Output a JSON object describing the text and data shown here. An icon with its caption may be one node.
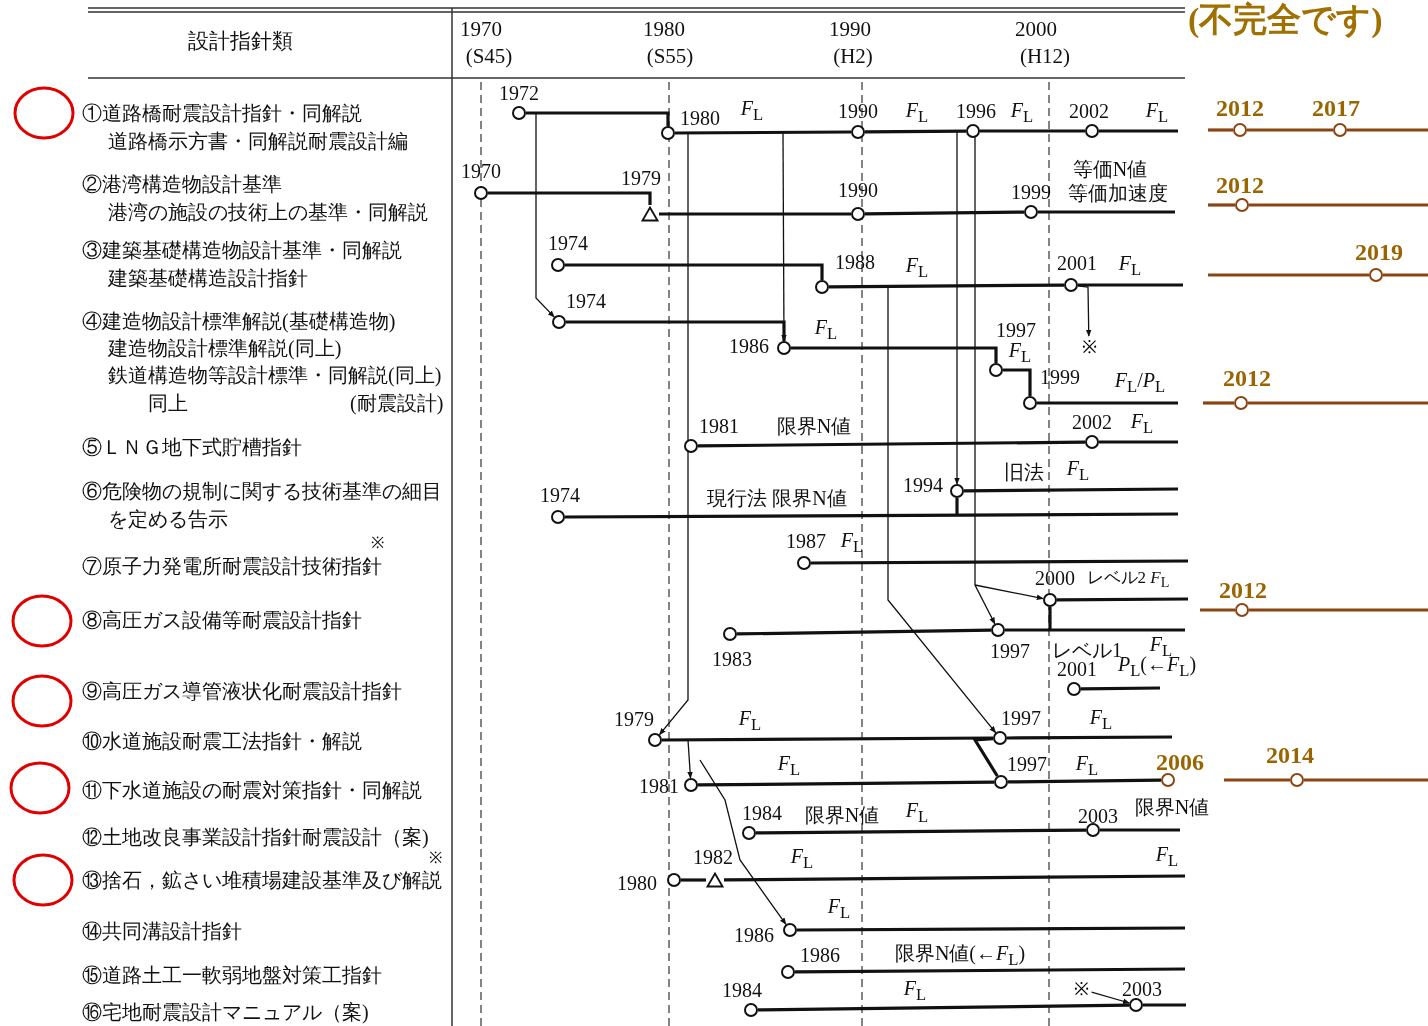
{
  "diagram": {
    "nodes": [
      {
        "text": [],
        "shape": "circle",
        "beside": [
          "1972"
        ]
      },
      {
        "text": [],
        "shape": "circle",
        "beside": [
          "1980"
        ]
      },
      {
        "text": [],
        "shape": "circle",
        "beside": [
          "1990"
        ]
      },
      {
        "text": [],
        "shape": "circle",
        "beside": [
          "1996"
        ]
      },
      {
        "text": [],
        "shape": "circle",
        "beside": [
          "2002"
        ]
      },
      {
        "text": [],
        "shape": "circle",
        "beside": [
          "1970"
        ]
      },
      {
        "text": [],
        "shape": "triangle",
        "beside": [
          "1979"
        ]
      },
      {
        "text": [],
        "shape": "circle",
        "beside": [
          "1990"
        ]
      },
      {
        "text": [],
        "shape": "circle",
        "beside": [
          "1999"
        ]
      },
      {
        "text": [],
        "shape": "circle",
        "beside": [
          "1974"
        ]
      },
      {
        "text": [],
        "shape": "circle",
        "beside": [
          "1988"
        ]
      },
      {
        "text": [],
        "shape": "circle",
        "beside": [
          "2001"
        ]
      },
      {
        "text": [],
        "shape": "circle",
        "beside": [
          "1974"
        ]
      },
      {
        "text": [],
        "shape": "circle",
        "beside": [
          "1986"
        ]
      },
      {
        "text": [],
        "shape": "circle",
        "beside": [
          "1997"
        ]
      },
      {
        "text": [],
        "shape": "circle",
        "beside": [
          "1999"
        ]
      },
      {
        "text": [],
        "shape": "circle",
        "beside": [
          "1981"
        ]
      },
      {
        "text": [],
        "shape": "circle",
        "beside": [
          "2002"
        ]
      },
      {
        "text": [],
        "shape": "circle",
        "beside": [
          "1994"
        ]
      },
      {
        "text": [],
        "shape": "circle",
        "beside": [
          "1974"
        ]
      },
      {
        "text": [],
        "shape": "circle",
        "beside": [
          "1987"
        ]
      },
      {
        "text": [],
        "shape": "circle",
        "beside": [
          "2000"
        ]
      },
      {
        "text": [],
        "shape": "circle",
        "beside": [
          "1983"
        ]
      },
      {
        "text": [],
        "shape": "circle",
        "beside": [
          "1997"
        ]
      },
      {
        "text": [],
        "shape": "circle",
        "beside": [
          "2001"
        ]
      },
      {
        "text": [],
        "shape": "circle",
        "beside": [
          "1979"
        ]
      },
      {
        "text": [],
        "shape": "circle",
        "beside": [
          "1997"
        ]
      },
      {
        "text": [],
        "shape": "circle",
        "beside": [
          "1981"
        ]
      },
      {
        "text": [],
        "shape": "circle",
        "beside": [
          "1997"
        ]
      },
      {
        "text": [],
        "shape": "circle",
        "beside": [
          "1984"
        ]
      },
      {
        "text": [],
        "shape": "circle",
        "beside": [
          "2003"
        ]
      },
      {
        "text": [],
        "shape": "circle",
        "beside": [
          "1980"
        ]
      },
      {
        "text": [],
        "shape": "triangle",
        "beside": [
          "1982"
        ]
      },
      {
        "text": [],
        "shape": "circle",
        "beside": [
          "1986"
        ]
      },
      {
        "text": [],
        "shape": "circle",
        "beside": [
          "1986"
        ]
      },
      {
        "text": [],
        "shape": "circle",
        "beside": [
          "1984"
        ]
      },
      {
        "text": [],
        "shape": "circle",
        "beside": [
          "2003"
        ]
      },
      {
        "text": [
          "※"
        ]
      },
      {
        "text": [
          "※"
        ]
      },
      {
        "text": [],
        "shape": "circle",
        "beside": [
          "2012"
        ]
      },
      {
        "text": [],
        "shape": "circle",
        "beside": [
          "2017"
        ]
      },
      {
        "text": [],
        "shape": "circle",
        "beside": [
          "2012"
        ]
      },
      {
        "text": [],
        "shape": "circle",
        "beside": [
          "2019"
        ]
      },
      {
        "text": [],
        "shape": "circle",
        "beside": [
          "2012"
        ]
      },
      {
        "text": [],
        "shape": "circle",
        "beside": [
          "2012"
        ]
      },
      {
        "text": [],
        "shape": "circle",
        "beside": [
          "2006"
        ]
      },
      {
        "text": [],
        "shape": "circle",
        "beside": [
          "2014"
        ]
      }
    ],
    "edges": [
      {
        "from": 0,
        "to": 1,
        "arrow": "none"
      },
      {
        "from": 1,
        "to": 2,
        "arrow": "none"
      },
      {
        "from": 2,
        "to": 3,
        "arrow": "none"
      },
      {
        "from": 3,
        "to": 4,
        "arrow": "none"
      },
      {
        "from": 4,
        "to": null,
        "arrow": "none"
      },
      {
        "from": 5,
        "to": 6,
        "arrow": "none"
      },
      {
        "from": 6,
        "to": 7,
        "arrow": "none"
      },
      {
        "from": 7,
        "to": 8,
        "arrow": "none"
      },
      {
        "from": 8,
        "to": null,
        "arrow": "none"
      },
      {
        "from": 9,
        "to": 10,
        "arrow": "none"
      },
      {
        "from": 10,
        "to": 11,
        "arrow": "none"
      },
      {
        "from": 11,
        "to": null,
        "arrow": "none"
      },
      {
        "from": 12,
        "to": 13,
        "arrow": "none"
      },
      {
        "from": 13,
        "to": 14,
        "arrow": "none"
      },
      {
        "from": 14,
        "to": 15,
        "arrow": "none"
      },
      {
        "from": 15,
        "to": null,
        "arrow": "none"
      },
      {
        "from": 16,
        "to": 17,
        "arrow": "none"
      },
      {
        "from": 17,
        "to": null,
        "arrow": "none"
      },
      {
        "from": 18,
        "to": null,
        "arrow": "none"
      },
      {
        "from": 18,
        "to": null,
        "arrow": "none"
      },
      {
        "from": 19,
        "to": null,
        "arrow": "none"
      },
      {
        "from": 20,
        "to": null,
        "arrow": "none"
      },
      {
        "from": 21,
        "to": null,
        "arrow": "none"
      },
      {
        "from": 21,
        "to": null,
        "arrow": "none"
      },
      {
        "from": 22,
        "to": 23,
        "arrow": "none"
      },
      {
        "from": 23,
        "to": null,
        "arrow": "none"
      },
      {
        "from": 24,
        "to": null,
        "arrow": "none"
      },
      {
        "from": 25,
        "to": 26,
        "arrow": "none"
      },
      {
        "from": 26,
        "to": null,
        "arrow": "none"
      },
      {
        "from": 27,
        "to": 28,
        "arrow": "none"
      },
      {
        "from": 28,
        "to": 45,
        "arrow": "none"
      },
      {
        "from": 29,
        "to": 30,
        "arrow": "none"
      },
      {
        "from": 30,
        "to": null,
        "arrow": "none"
      },
      {
        "from": 31,
        "to": 32,
        "arrow": "none"
      },
      {
        "from": 32,
        "to": null,
        "arrow": "none"
      },
      {
        "from": 33,
        "to": null,
        "arrow": "none"
      },
      {
        "from": 34,
        "to": null,
        "arrow": "none"
      },
      {
        "from": 35,
        "to": 36,
        "arrow": "none"
      },
      {
        "from": 36,
        "to": null,
        "arrow": "none"
      },
      {
        "from": 0,
        "to": 12,
        "arrow": "to"
      },
      {
        "from": null,
        "to": 13,
        "arrow": "to"
      },
      {
        "from": 11,
        "to": 37,
        "arrow": "to"
      },
      {
        "from": 3,
        "to": 18,
        "arrow": "to"
      },
      {
        "from": 1,
        "to": 25,
        "arrow": "to"
      },
      {
        "from": 25,
        "to": 27,
        "arrow": "to"
      },
      {
        "from": null,
        "to": 33,
        "arrow": "to"
      },
      {
        "from": null,
        "to": 26,
        "arrow": "to"
      },
      {
        "from": 3,
        "to": 23,
        "arrow": "to"
      },
      {
        "from": null,
        "to": 21,
        "arrow": "to"
      },
      {
        "from": 26,
        "to": 28,
        "arrow": "none"
      },
      {
        "from": 38,
        "to": 36,
        "arrow": "to"
      },
      {
        "from": null,
        "to": 39,
        "arrow": "none",
        "color": "#8b4513"
      },
      {
        "from": 39,
        "to": 40,
        "arrow": "none",
        "color": "#8b4513"
      },
      {
        "from": 40,
        "to": null,
        "arrow": "none",
        "color": "#8b4513"
      },
      {
        "from": null,
        "to": 41,
        "arrow": "none",
        "color": "#8b4513"
      },
      {
        "from": 41,
        "to": null,
        "arrow": "none",
        "color": "#8b4513"
      },
      {
        "from": null,
        "to": 42,
        "arrow": "none",
        "color": "#8b4513"
      },
      {
        "from": 42,
        "to": null,
        "arrow": "none",
        "color": "#8b4513"
      },
      {
        "from": null,
        "to": 43,
        "arrow": "none",
        "color": "#8b4513"
      },
      {
        "from": 43,
        "to": null,
        "arrow": "none",
        "color": "#8b4513"
      },
      {
        "from": null,
        "to": 44,
        "arrow": "none",
        "color": "#8b4513"
      },
      {
        "from": 44,
        "to": null,
        "arrow": "none",
        "color": "#8b4513"
      },
      {
        "from": null,
        "to": 46,
        "arrow": "none",
        "color": "#8b4513"
      },
      {
        "from": 46,
        "to": null,
        "arrow": "none",
        "color": "#8b4513"
      }
    ],
    "labels": [
      "(不完全です)",
      "設計指針類",
      "1970",
      "(S45)",
      "1980",
      "(S55)",
      "1990",
      "(H2)",
      "2000",
      "(H12)",
      "①道路橋耐震設計指針・同解説",
      "道路橋示方書・同解説耐震設計編",
      "②港湾構造物設計基準",
      "港湾の施設の技術上の基準・同解説",
      "③建築基礎構造物設計基準・同解説",
      "建築基礎構造設計指針",
      "④建造物設計標準解説(基礎構造物)",
      "建造物設計標準解説(同上)",
      "鉄道構造物等設計標準・同解説(同上)",
      "同上",
      "(耐震設計)",
      "⑤ＬＮＧ地下式貯槽指針",
      "⑥危険物の規制に関する技術基準の細目を定める告示",
      "※",
      "⑦原子力発電所耐震設計技術指針",
      "⑧高圧ガス設備等耐震設計指針",
      "⑨高圧ガス導管液状化耐震設計指針",
      "⑩水道施設耐震工法指針・解説",
      "⑪下水道施設の耐震対策指針・同解説",
      "⑫土地改良事業設計指針耐震設計（案)",
      "※",
      "⑬捨石，鉱さい堆積場建設基準及び解説",
      "⑭共同溝設計指針",
      "⑮道路土工一軟弱地盤対策工指針",
      "⑯宅地耐震設計マニュアル（案)",
      "*F*$_{L}$",
      "*F*$_{L}$",
      "*F*$_{L}$",
      "*F*$_{L}$",
      "等価N値",
      "等価加速度",
      "*F*$_{L}$",
      "*F*$_{L}$",
      "*F*$_{L}$",
      "*F*$_{L}$",
      "*F*$_{L}$/*P*$_{L}$",
      "限界N値",
      "*F*$_{L}$",
      "旧法",
      "*F*$_{L}$",
      "現行法 限界N値",
      "*F*$_{L}$",
      "レベル2 *F*$_{L}$",
      "レベル1",
      "*F*$_{L}$",
      "*P*$_{L}$(←*F*$_{L}$)",
      "*F*$_{L}$",
      "*F*$_{L}$",
      "*F*$_{L}$",
      "*F*$_{L}$",
      "限界N値",
      "限界N値",
      "*F*$_{L}$",
      "*F*$_{L}$",
      "*F*$_{L}$",
      "*F*$_{L}$",
      "限界N値(←*F*$_{L}$)",
      "*F*$_{L}$"
    ]
  }
}
